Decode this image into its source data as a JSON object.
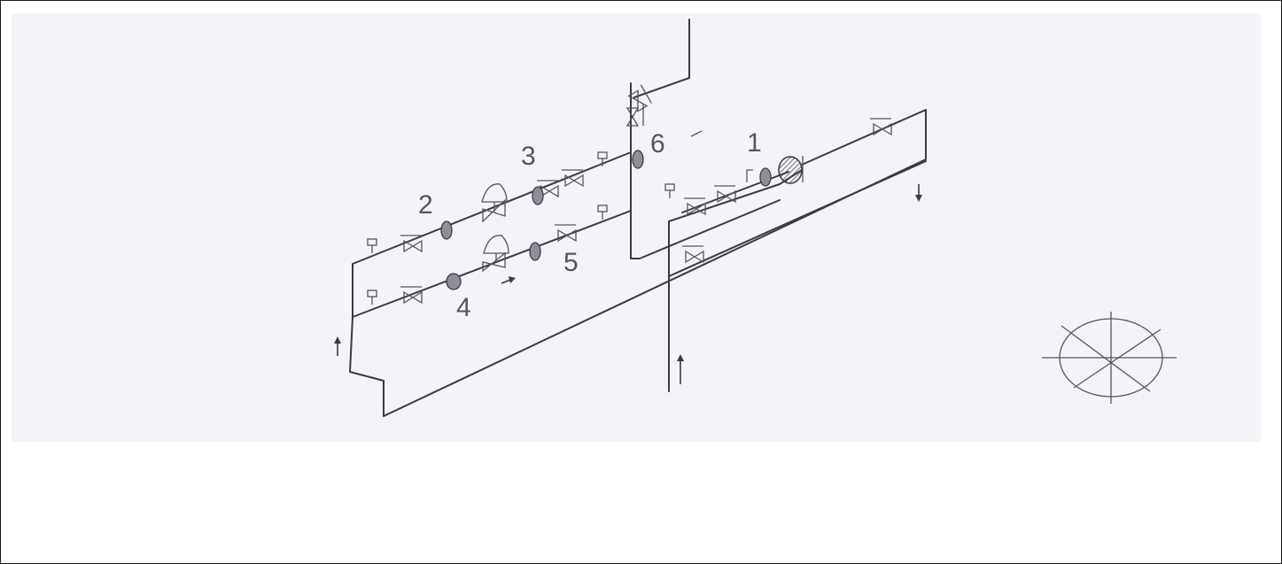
{
  "labels": {
    "n1": "1",
    "n2": "2",
    "n3": "3",
    "n4": "4",
    "n5": "5",
    "n6": "6"
  },
  "colors": {
    "line": "#3a3a46",
    "scan_background": "#f4f3f8",
    "meter_fill": "#8e8e98"
  }
}
